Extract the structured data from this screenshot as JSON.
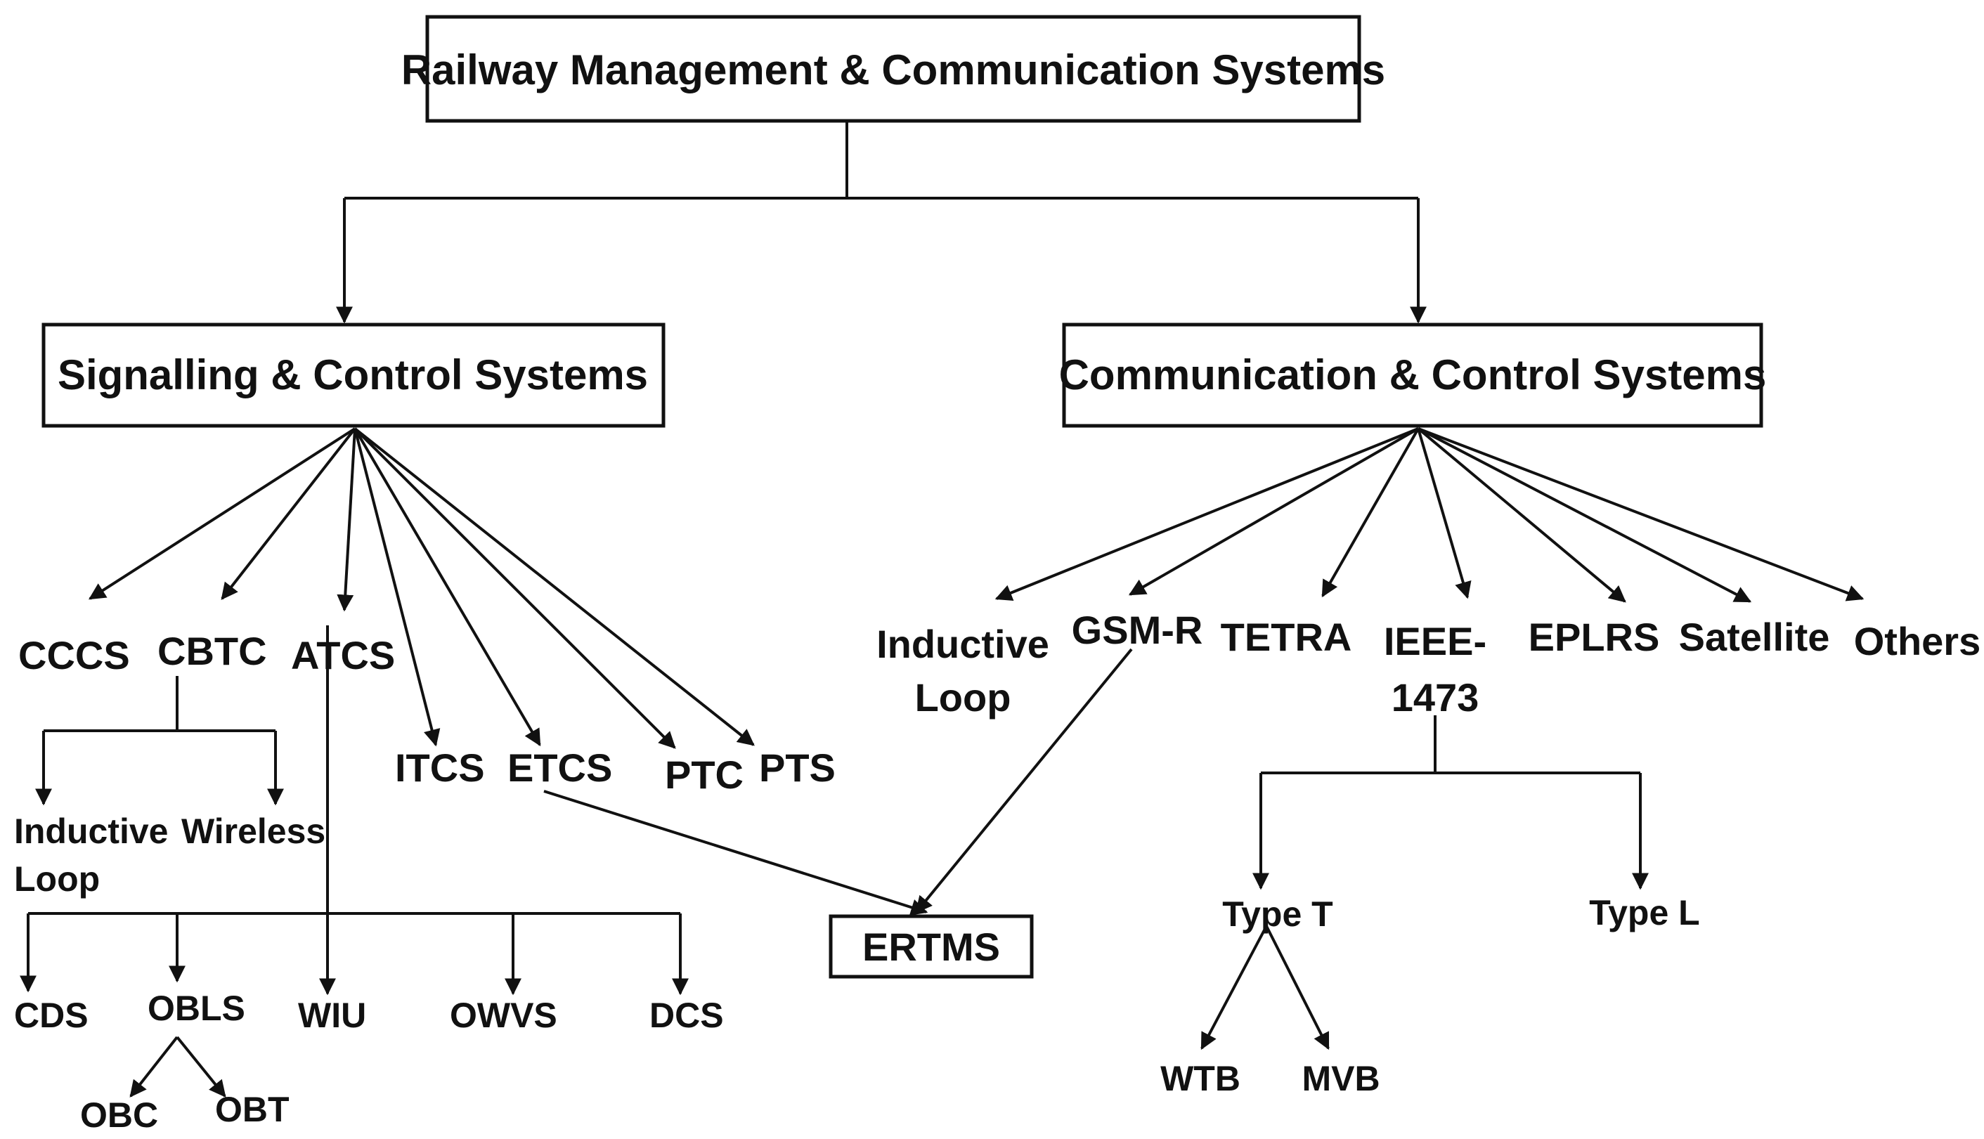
{
  "title": "Railway Management & Communication Systems",
  "branches": {
    "signalling": {
      "label": "Signalling & Control Systems",
      "children": {
        "cccs": "CCCS",
        "cbtc": "CBTC",
        "atcs": "ATCS",
        "itcs": "ITCS",
        "etcs": "ETCS",
        "ptc": "PTC",
        "pts": "PTS"
      },
      "cbtc_types": {
        "inductive_loop": [
          "Inductive",
          "Loop"
        ],
        "wireless": "Wireless"
      },
      "subsystems": {
        "cds": "CDS",
        "obls": "OBLS",
        "wiu": "WIU",
        "owvs": "OWVS",
        "dcs": "DCS"
      },
      "obls_parts": {
        "obc": "OBC",
        "obt": "OBT"
      }
    },
    "communication": {
      "label": "Communication & Control Systems",
      "children": {
        "inductive_loop": [
          "Inductive",
          "Loop"
        ],
        "gsmr": "GSM-R",
        "tetra": "TETRA",
        "ieee": [
          "IEEE-",
          "1473"
        ],
        "eplrs": "EPLRS",
        "satellite": "Satellite",
        "others": "Others"
      },
      "ieee_types": {
        "type_t": "Type T",
        "type_l": "Type L"
      },
      "type_t_buses": {
        "wtb": "WTB",
        "mvb": "MVB"
      }
    }
  },
  "ertms": "ERTMS",
  "colors": {
    "line": "#111111",
    "background": "#ffffff"
  }
}
